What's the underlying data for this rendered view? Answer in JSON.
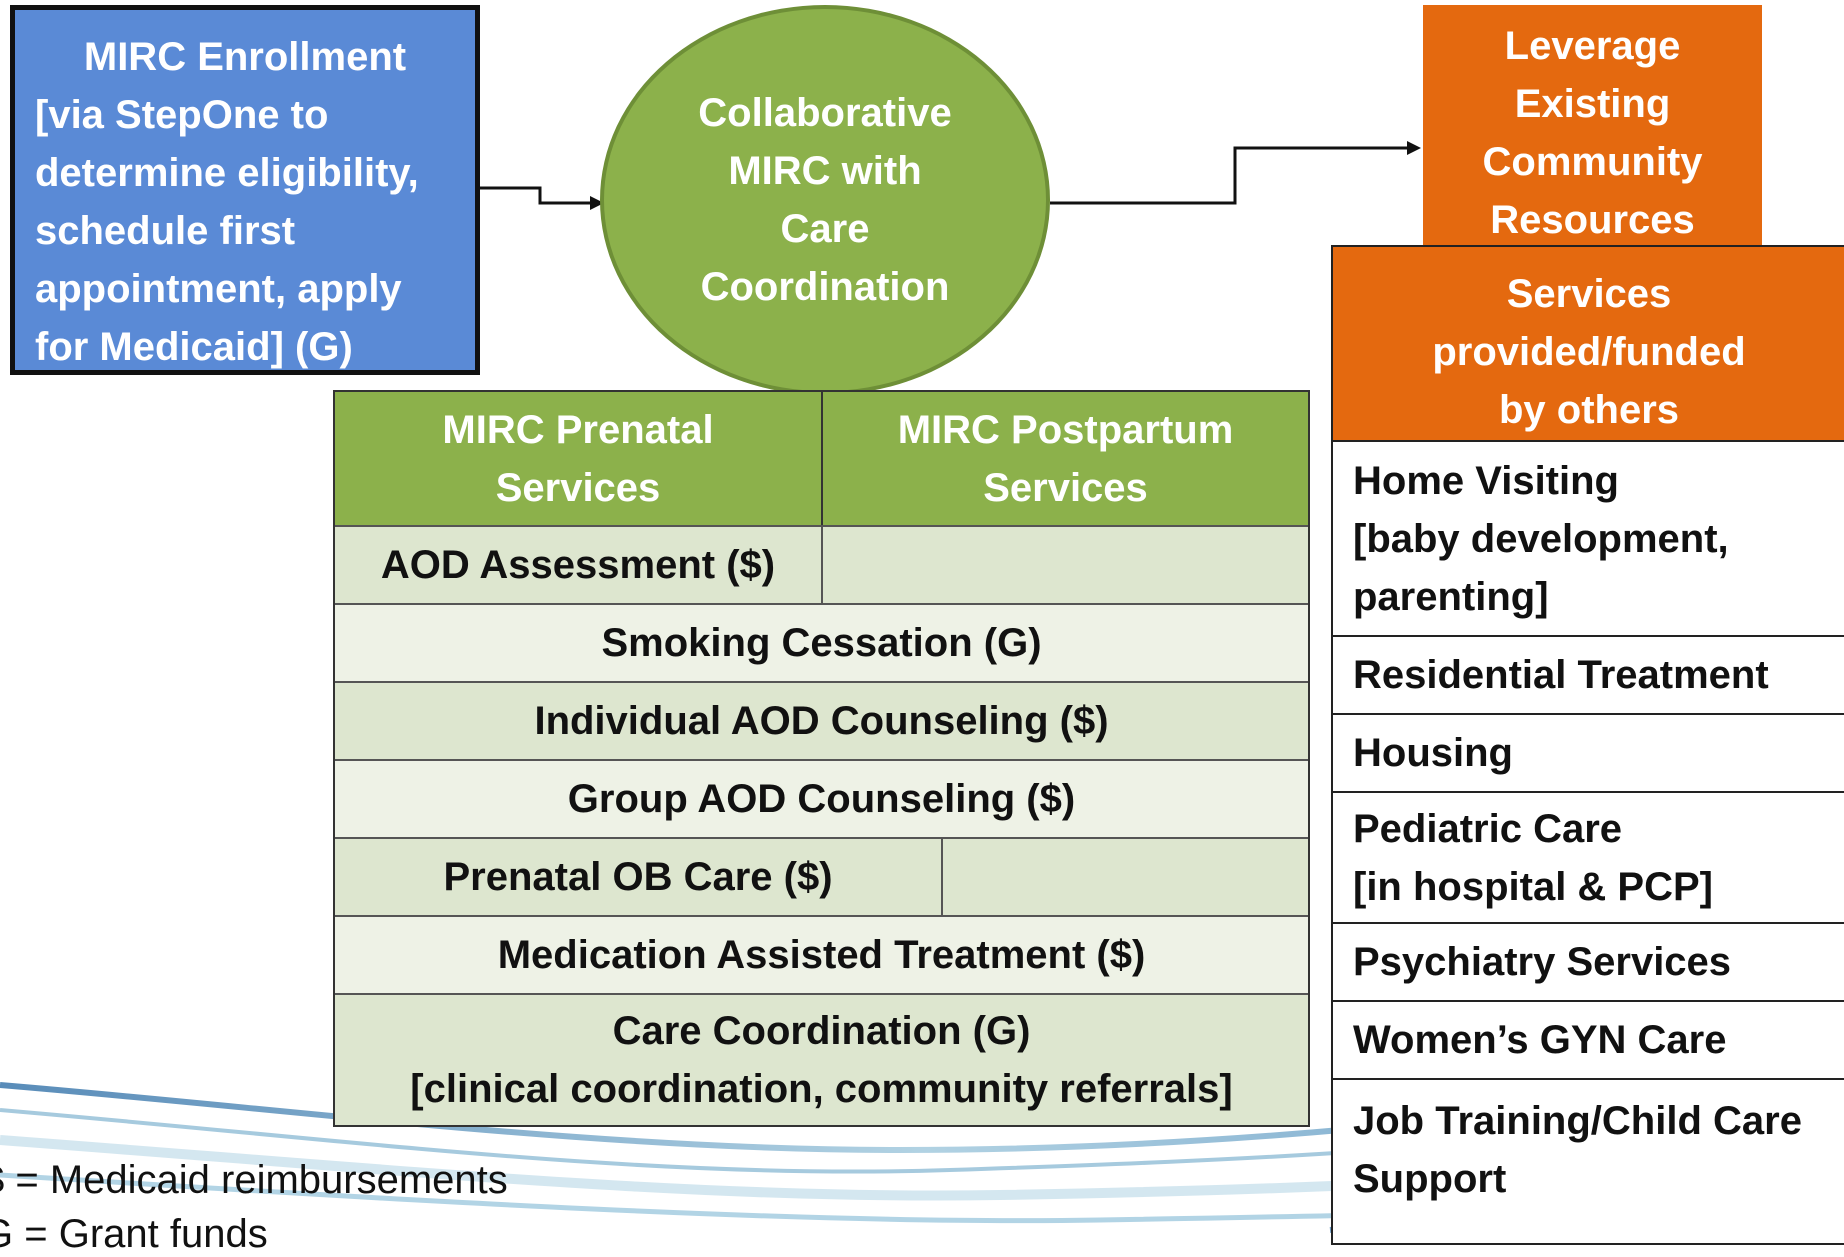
{
  "enrollment": {
    "line1": "MIRC Enrollment",
    "lines": [
      "[via StepOne to",
      "determine eligibility,",
      "schedule first",
      "appointment, apply",
      "for Medicaid] (G)"
    ]
  },
  "hub": {
    "lines": [
      "Collaborative",
      "MIRC with",
      "Care",
      "Coordination"
    ]
  },
  "leverage": {
    "lines": [
      "Leverage",
      "Existing",
      "Community",
      "Resources"
    ]
  },
  "others_table": {
    "header": [
      "Services",
      "provided/funded",
      "by others"
    ],
    "rows": [
      [
        "Home Visiting",
        "[baby development,",
        "parenting]"
      ],
      [
        "Residential Treatment"
      ],
      [
        "Housing"
      ],
      [
        "Pediatric Care",
        "[in hospital & PCP]"
      ],
      [
        "Psychiatry Services"
      ],
      [
        "Women’s GYN Care"
      ],
      [
        "Job Training/Child Care",
        "Support"
      ]
    ]
  },
  "mirc_table": {
    "prenatal_header": [
      "MIRC Prenatal",
      "Services"
    ],
    "postpartum_header": [
      "MIRC Postpartum",
      "Services"
    ],
    "aod_assessment": "AOD Assessment ($)",
    "smoking": "Smoking Cessation (G)",
    "individual": "Individual AOD Counseling ($)",
    "group": "Group AOD Counseling ($)",
    "prenatal_ob": "Prenatal OB Care ($)",
    "mat": "Medication Assisted Treatment ($)",
    "care_coord": [
      "Care Coordination (G)",
      "[clinical coordination, community referrals]"
    ]
  },
  "legend": {
    "medicaid": "$ = Medicaid reimbursements",
    "grant": "G = Grant funds"
  }
}
